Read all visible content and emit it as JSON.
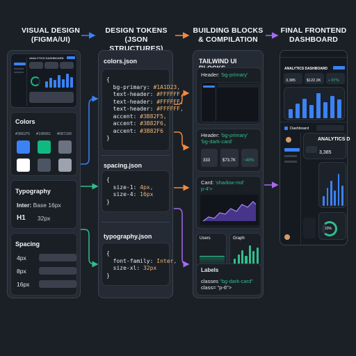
{
  "stages": [
    {
      "line1": "VISUAL DESIGN",
      "line2": "(FIGMA/UI)"
    },
    {
      "line1": "DESIGN TOKENS",
      "line2": "(JSON STRUCTURES)"
    },
    {
      "line1": "BUILDING BLOCKS",
      "line2": "& COMPILATION"
    },
    {
      "line1": "FINAL FRONTEND",
      "line2": "DASHBOARD"
    }
  ],
  "design": {
    "mock_title": "ANALYTICS DASHBOARD",
    "colors_title": "Colors",
    "color_codes": [
      "#3B82F6",
      "#10B981",
      "#6B7280"
    ],
    "swatches": [
      "#3b82f6",
      "#10b981",
      "#6b7280",
      "#ffffff",
      "#4b5563",
      "#9ca3af"
    ],
    "typography_title": "Typography",
    "font_line_a": "Inter:",
    "font_line_b": "Base 16px",
    "h1_label": "H1",
    "h1_size": "32px",
    "spacing_title": "Spacing",
    "spacing": [
      "4px",
      "8px",
      "16px"
    ]
  },
  "tokens": {
    "colors_title": "colors.json",
    "colors_lines": [
      {
        "k": "{",
        "v": ""
      },
      {
        "k": "  bg-primary: ",
        "v": "#1A1D23,"
      },
      {
        "k": "  text-header: ",
        "v": "#FFFFFF,"
      },
      {
        "k": "  text-header: ",
        "v": "#FFFFFF,"
      },
      {
        "k": "  text-header: ",
        "v": "#FFFFFF,"
      },
      {
        "k": "  accent: ",
        "v": "#3B82F5,"
      },
      {
        "k": "  accent: ",
        "v": "#3B82F6,"
      },
      {
        "k": "  accent: ",
        "v": "#3B82F6"
      },
      {
        "k": "}",
        "v": ""
      }
    ],
    "spacing_title": "spacing.json",
    "spacing_lines": [
      {
        "k": "{",
        "v": ""
      },
      {
        "k": "  size-1: ",
        "v": "4px,"
      },
      {
        "k": "  size-4: ",
        "v": "16px"
      },
      {
        "k": "}",
        "v": ""
      }
    ],
    "typography_title": "typography.json",
    "typography_lines": [
      {
        "k": "{",
        "v": ""
      },
      {
        "k": "  font-family: ",
        "v": "Inter,"
      },
      {
        "k": "  size-xl: ",
        "v": "32px"
      },
      {
        "k": "}",
        "v": ""
      }
    ]
  },
  "blocks": {
    "title": "TAILWIND UI BLOCKS",
    "header1_a": "Header: ",
    "header1_b": "'bg-primary'",
    "header2_a": "Header: ",
    "header2_b": "'bg-primary'",
    "header2_c": "'bg-dark-card'",
    "card_a": "Card: ",
    "card_b": "'shadow-md'",
    "card_c": "p-4'>",
    "stat_values": [
      "333",
      "$73.7K",
      "~40%"
    ],
    "users": "Users",
    "graph": "Graph",
    "labels": "Labels",
    "classes_a": "classes ",
    "classes_b": "\"bg-dark-card\"",
    "classes_c": "class= \"p-6\">"
  },
  "final": {
    "title": "ANALYTICS DASHBOARD",
    "stats": [
      "3,385",
      "$122.2K",
      "+ 87%"
    ],
    "dashboard_label": "Dashboard",
    "card_title": "ANALYTICS D",
    "card_value": "3,385",
    "growth": "23%"
  },
  "chart_bars_mock": [
    0.4,
    0.65,
    0.5,
    0.8,
    0.55,
    0.9,
    0.7
  ],
  "chart_bars_final": [
    0.35,
    0.55,
    0.75,
    0.5,
    0.95,
    0.6,
    0.85,
    0.7
  ],
  "chart_bars_side": [
    0.3,
    0.55,
    0.75,
    0.45,
    0.95,
    0.6
  ],
  "chart_bars_graph": [
    0.3,
    0.5,
    0.7,
    0.45,
    0.9,
    0.65,
    0.8
  ],
  "colors": {
    "blue": "#3b82f6",
    "orange": "#f58a3c",
    "purple": "#a66bf0",
    "green": "#2fbf8c",
    "codeval": "#f4b873"
  }
}
